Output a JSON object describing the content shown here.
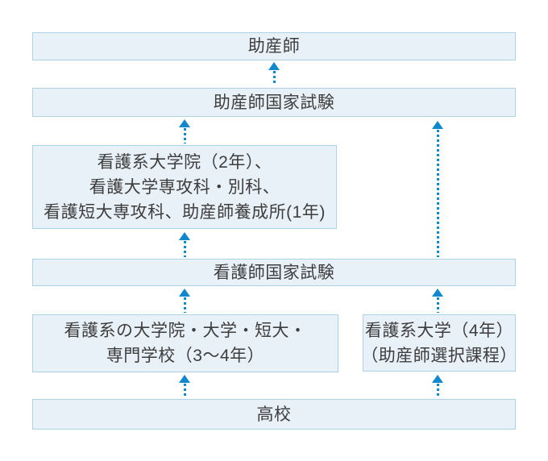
{
  "palette": {
    "background": "#ffffff",
    "box_fill": "#e9f1f8",
    "box_border": "#aed3e8",
    "arrow_blue": "#1088cc",
    "text": "#3d3d3d"
  },
  "boxes": {
    "midwife": {
      "lines": [
        "助産師"
      ]
    },
    "midwife_exam": {
      "lines": [
        "助産師国家試験"
      ]
    },
    "grad_programs": {
      "lines": [
        "看護系大学院（2年）、",
        "看護大学専攻科・別科、",
        "看護短大専攻科、助産師養成所(1年)"
      ]
    },
    "nurse_exam": {
      "lines": [
        "看護師国家試験"
      ]
    },
    "nursing_schools": {
      "lines": [
        "看護系の大学院・大学・短大・",
        "専門学校（3～4年）"
      ]
    },
    "nursing_univ_4yr": {
      "lines": [
        "看護系大学（4年）",
        "（助産師選択課程）"
      ]
    },
    "high_school": {
      "lines": [
        "高校"
      ]
    }
  }
}
